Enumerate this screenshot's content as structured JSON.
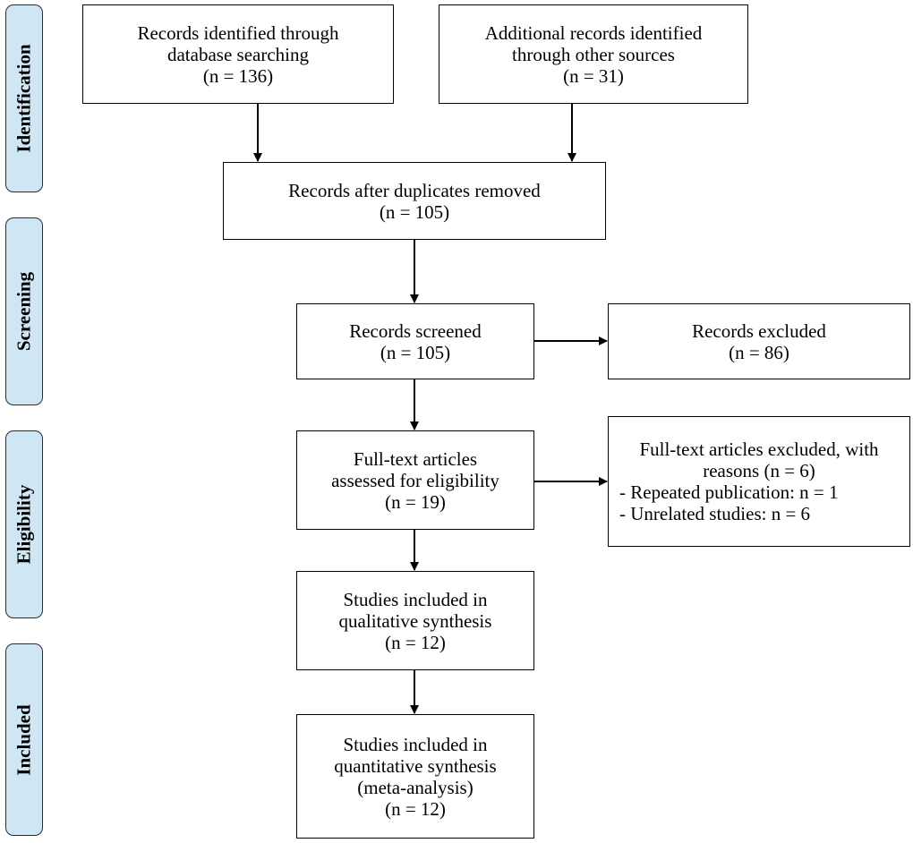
{
  "stages": {
    "identification": "Identification",
    "screening": "Screening",
    "eligibility": "Eligibility",
    "included": "Included"
  },
  "boxes": {
    "database_search": {
      "line1": "Records identified through",
      "line2": "database searching",
      "count": "(n = 136)"
    },
    "other_sources": {
      "line1": "Additional records identified",
      "line2": "through other sources",
      "count": "(n = 31)"
    },
    "duplicates_removed": {
      "line1": "Records after duplicates removed",
      "count": "(n = 105)"
    },
    "screened": {
      "line1": "Records screened",
      "count": "(n = 105)"
    },
    "excluded": {
      "line1": "Records excluded",
      "count": "(n = 86)"
    },
    "fulltext_assessed": {
      "line1": "Full-text articles",
      "line2": "assessed for eligibility",
      "count": "(n = 19)"
    },
    "fulltext_excluded": {
      "line1": "Full-text articles excluded, with",
      "line2": "reasons (n = 6)",
      "reason1": "- Repeated publication: n = 1",
      "reason2": "- Unrelated studies: n = 6"
    },
    "qualitative": {
      "line1": "Studies included in",
      "line2": "qualitative synthesis",
      "count": "(n = 12)"
    },
    "quantitative": {
      "line1": "Studies included in",
      "line2": "quantitative synthesis",
      "line3": "(meta-analysis)",
      "count": "(n = 12)"
    }
  }
}
